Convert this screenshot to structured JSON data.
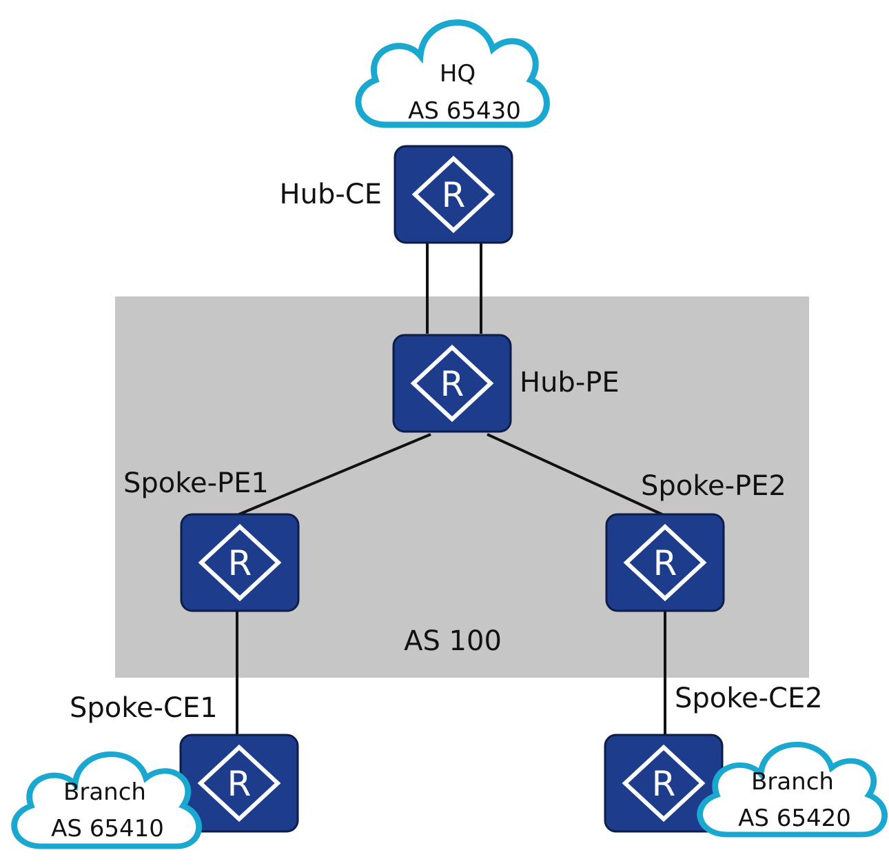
{
  "as_region": {
    "label": "AS 100",
    "fill": "#c6c6c6"
  },
  "colors": {
    "router_fill": "#1d3d8c",
    "router_stroke": "#0c1d48",
    "cloud_stroke": "#1aa8d0",
    "link": "#111111"
  },
  "icon": "router-icon",
  "routers": {
    "hub_ce": {
      "label": "Hub-CE",
      "letter": "R"
    },
    "hub_pe": {
      "label": "Hub-PE",
      "letter": "R"
    },
    "spoke_pe1": {
      "label": "Spoke-PE1",
      "letter": "R"
    },
    "spoke_pe2": {
      "label": "Spoke-PE2",
      "letter": "R"
    },
    "spoke_ce1": {
      "label": "Spoke-CE1",
      "letter": "R"
    },
    "spoke_ce2": {
      "label": "Spoke-CE2",
      "letter": "R"
    }
  },
  "clouds": {
    "hq": {
      "name": "HQ",
      "as": "AS 65430"
    },
    "branch1": {
      "name": "Branch",
      "as": "AS 65410"
    },
    "branch2": {
      "name": "Branch",
      "as": "AS 65420"
    }
  }
}
